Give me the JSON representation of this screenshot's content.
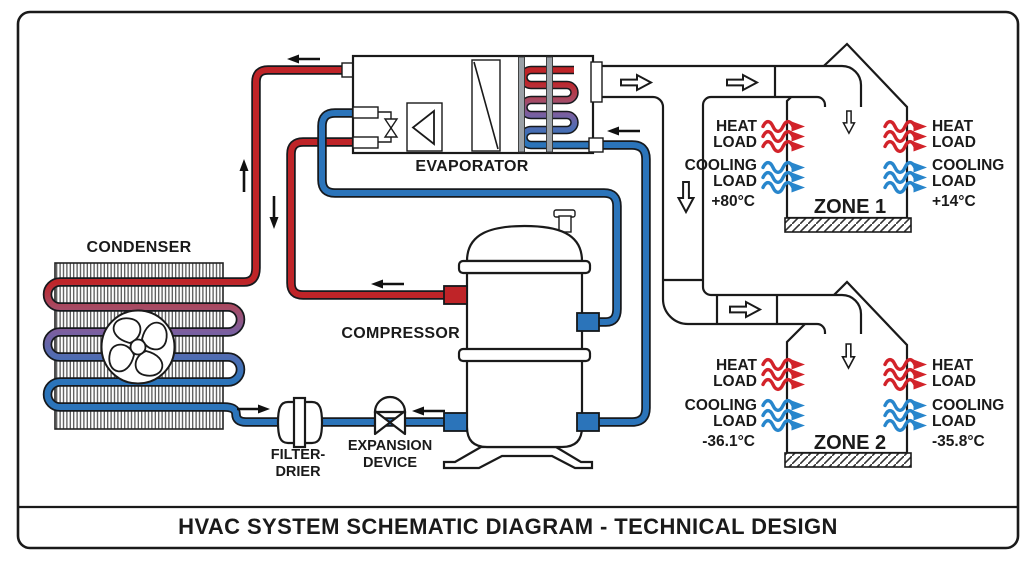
{
  "diagram_title": {
    "text": "HVAC SYSTEM SCHEMATIC DIAGRAM - TECHNICAL DESIGN"
  },
  "components": {
    "condenser": "CONDENSER",
    "evaporator": "EVAPORATOR",
    "compressor": "COMPRESSOR",
    "filter_drier": {
      "line1": "FILTER-",
      "line2": "DRIER"
    },
    "expansion_device": {
      "line1": "EXPANSION",
      "line2": "DEVICE"
    }
  },
  "load_labels": {
    "heat_word": "HEAT",
    "load_word": "LOAD",
    "cool_word": "COOLING"
  },
  "zones": {
    "zone1": {
      "name": "ZONE 1",
      "temp_left": "+80°C",
      "temp_right": "+14°C"
    },
    "zone2": {
      "name": "ZONE 2",
      "temp_left": "-36.1°C",
      "temp_right": "-35.8°C"
    }
  },
  "icons": {
    "fan": "condenser-fan-icon",
    "expansion_valve": "expansion-valve-icon",
    "heat_wave": "heat-wave-arrow-icon",
    "cool_wave": "cool-wave-arrow-icon"
  },
  "colors": {
    "pipe_hot": "#bf2428",
    "pipe_cold": "#2b74ba",
    "pipe_transition": "#7b5fa0",
    "arrow_hot": "#d2232a",
    "arrow_cold": "#2886cc",
    "ink": "#1a1a1a"
  }
}
